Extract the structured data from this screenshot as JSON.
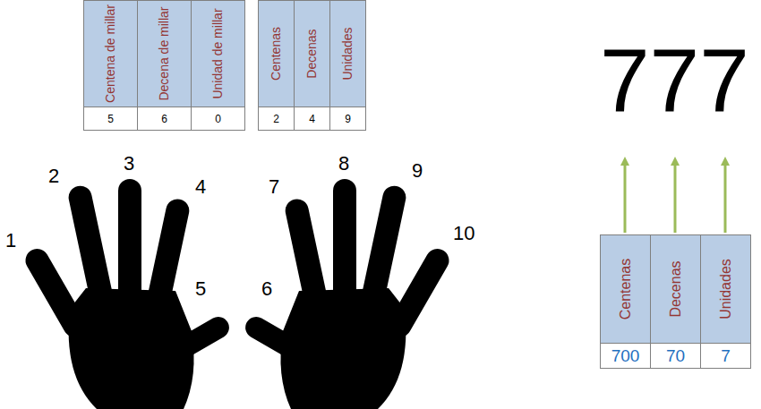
{
  "diagram": {
    "nodes": [
      {
        "text": [
          "Centena de millar",
          "5"
        ]
      },
      {
        "text": [
          "Decena de millar",
          "6"
        ]
      },
      {
        "text": [
          "Unidad de millar",
          "0"
        ]
      },
      {
        "text": [
          "Centenas",
          "2"
        ]
      },
      {
        "text": [
          "Decenas",
          "4"
        ]
      },
      {
        "text": [
          "Unidades",
          "9"
        ]
      },
      {
        "text": [
          "Centenas",
          "700"
        ]
      },
      {
        "text": [
          "Decenas",
          "70"
        ]
      },
      {
        "text": [
          "Unidades",
          "7"
        ]
      }
    ],
    "labels": [
      "777",
      "1",
      "2",
      "3",
      "4",
      "5",
      "6",
      "7",
      "8",
      "9",
      "10"
    ]
  }
}
